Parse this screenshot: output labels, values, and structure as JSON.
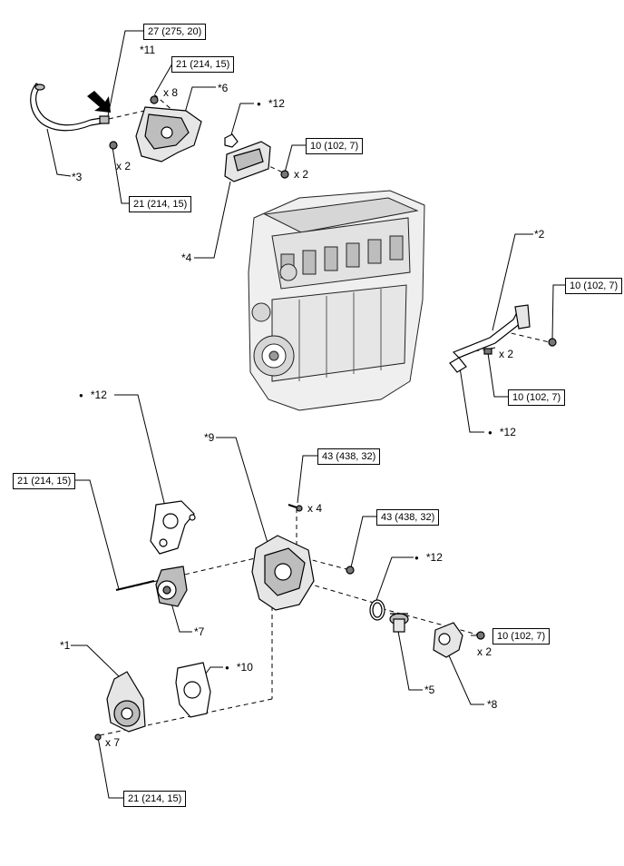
{
  "torques": {
    "t_top": "27 (275, 20)",
    "t_cover_bolt": "21 (214, 15)",
    "t_cover_nut": "21 (214, 15)",
    "t_bracket": "10 (102, 7)",
    "t_pipe_right": "10 (102, 7)",
    "t_pipe_left": "10 (102, 7)",
    "t_pump_bolt": "43 (438, 32)",
    "t_pump_nut": "43 (438, 32)",
    "t_tensioner": "21 (214, 15)",
    "t_inlet": "10 (102, 7)",
    "t_bottom": "21 (214, 15)"
  },
  "labels": {
    "p11": "*11",
    "p6": "*6",
    "p3": "*3",
    "p12a": "*12",
    "p4": "*4",
    "p2": "*2",
    "p12b": "*12",
    "p12c": "*12",
    "p9": "*9",
    "p12d": "*12",
    "p7": "*7",
    "p1": "*1",
    "p10": "*10",
    "p5": "*5",
    "p8": "*8"
  },
  "qty": {
    "q_cover_bolts": "x 8",
    "q_cover_nuts": "x 2",
    "q_bracket": "x 2",
    "q_pipe": "x 2",
    "q_pump": "x 4",
    "q_inlet": "x 2",
    "q_bottom": "x 7"
  },
  "colors": {
    "line": "#000000",
    "part_fill": "#ffffff",
    "part_shade": "#bdbdbd",
    "engine_shade": "#d6d6d6"
  }
}
